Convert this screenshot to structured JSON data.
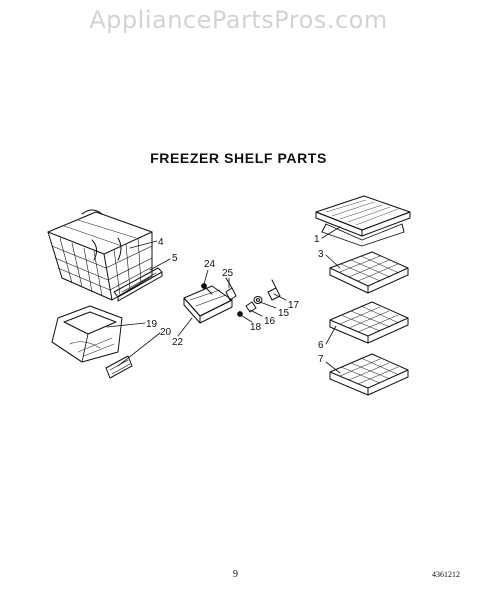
{
  "watermark": "AppliancePartsPros.com",
  "title": "FREEZER SHELF PARTS",
  "callouts": {
    "c1": "1",
    "c3": "3",
    "c4": "4",
    "c5": "5",
    "c6": "6",
    "c7": "7",
    "c15": "15",
    "c16": "16",
    "c17": "17",
    "c18": "18",
    "c19": "19",
    "c20": "20",
    "c22": "22",
    "c24": "24",
    "c25": "25"
  },
  "footer": {
    "page_number": "9",
    "doc_code": "4361212"
  }
}
